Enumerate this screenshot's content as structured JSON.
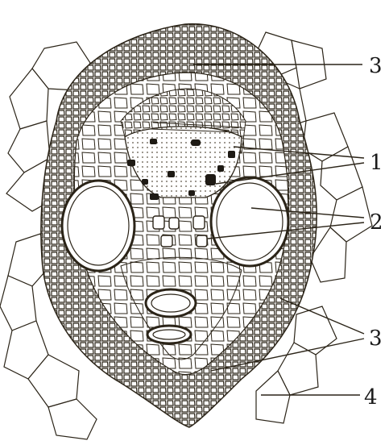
{
  "labels": {
    "l3_top": "3",
    "l1": "1",
    "l2": "2",
    "l3_bottom": "3",
    "l4": "4"
  },
  "colors": {
    "ink": "#2b2418",
    "paper": "#ffffff",
    "dark_cell": "#1e1a14",
    "dot": "#5a5040"
  }
}
